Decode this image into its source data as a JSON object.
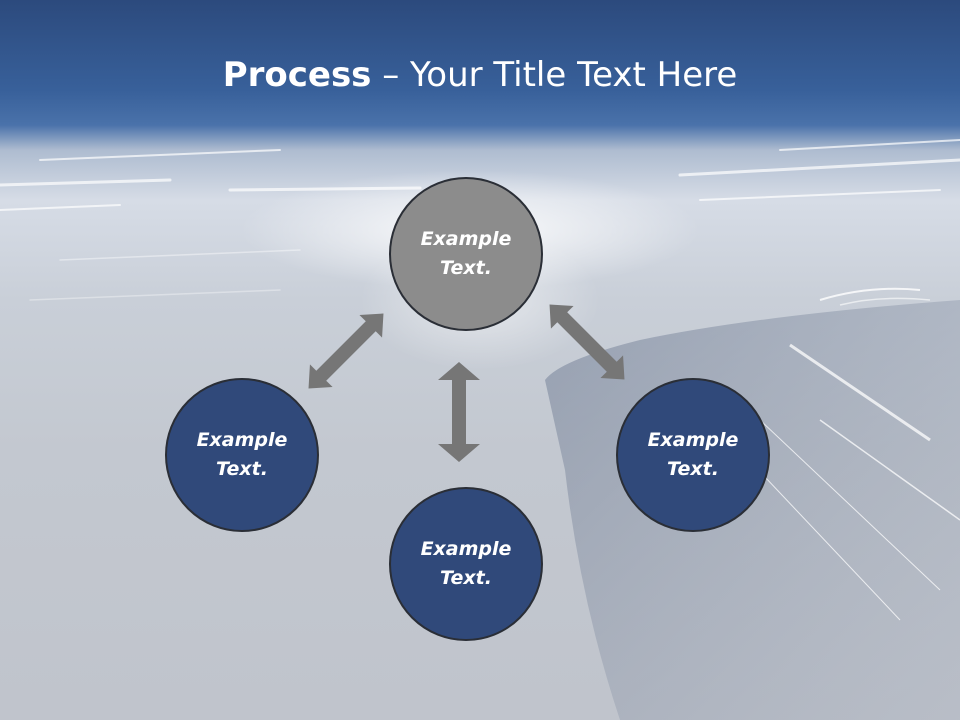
{
  "slide": {
    "title_bold": "Process",
    "title_rest": " – Your Title Text Here"
  },
  "diagram": {
    "nodes": [
      {
        "id": "top",
        "text": "Example Text.",
        "color": "#8c8c8c"
      },
      {
        "id": "left",
        "text": "Example Text.",
        "color": "#30497a"
      },
      {
        "id": "bottom",
        "text": "Example Text.",
        "color": "#30497a"
      },
      {
        "id": "right",
        "text": "Example Text.",
        "color": "#30497a"
      }
    ],
    "arrow_color": "#767676"
  }
}
